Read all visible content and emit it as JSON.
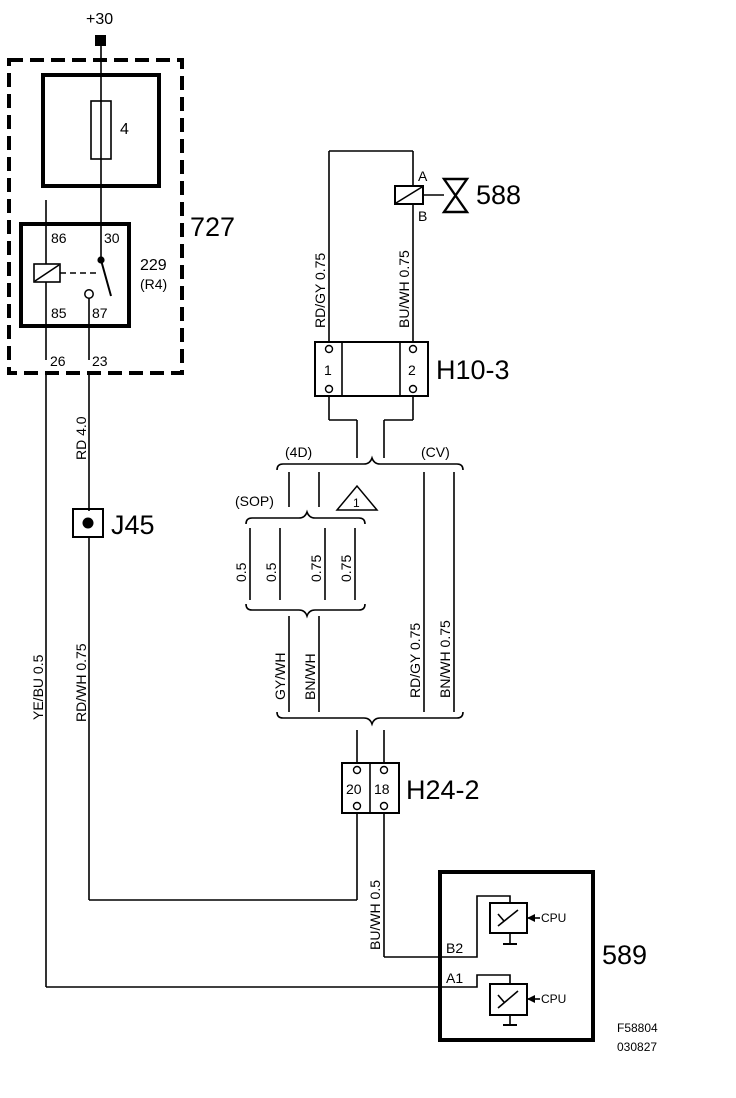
{
  "supply": {
    "label": "+30"
  },
  "fuse": {
    "label": "4"
  },
  "unit727": {
    "label": "727"
  },
  "relay": {
    "label": "229",
    "sub_label": "(R4)",
    "pins": {
      "p86": "86",
      "p30": "30",
      "p85": "85",
      "p87": "87",
      "p26": "26",
      "p23": "23"
    }
  },
  "valve588": {
    "label": "588",
    "pin_a": "A",
    "pin_b": "B"
  },
  "wires": {
    "rdgy_top": "RD/GY  0.75",
    "buwh_top": "BU/WH  0.75",
    "rd40": "RD  4.0",
    "yebu": "YE/BU  0.5",
    "rdwh": "RD/WH  0.75",
    "gywh": "GY/WH",
    "bnwh": "BN/WH",
    "rdgy_cv": "RD/GY  0.75",
    "bnwh_cv": "BN/WH  0.75",
    "buwh_bottom": "BU/WH  0.5",
    "g_05a": "0.5",
    "g_05b": "0.5",
    "g_075a": "0.75",
    "g_075b": "0.75"
  },
  "connector_h10": {
    "label": "H10-3",
    "pin1": "1",
    "pin2": "2"
  },
  "variants": {
    "v4d": "(4D)",
    "vcv": "(CV)",
    "vsop": "(SOP)",
    "note_number": "1"
  },
  "j45": {
    "label": "J45"
  },
  "connector_h24": {
    "label": "H24-2",
    "pin20": "20",
    "pin18": "18"
  },
  "ecu589": {
    "label": "589",
    "pin_b2": "B2",
    "pin_a1": "A1",
    "cpu1": "CPU",
    "cpu2": "CPU"
  },
  "footer": {
    "ref1": "F58804",
    "ref2": "030827"
  }
}
